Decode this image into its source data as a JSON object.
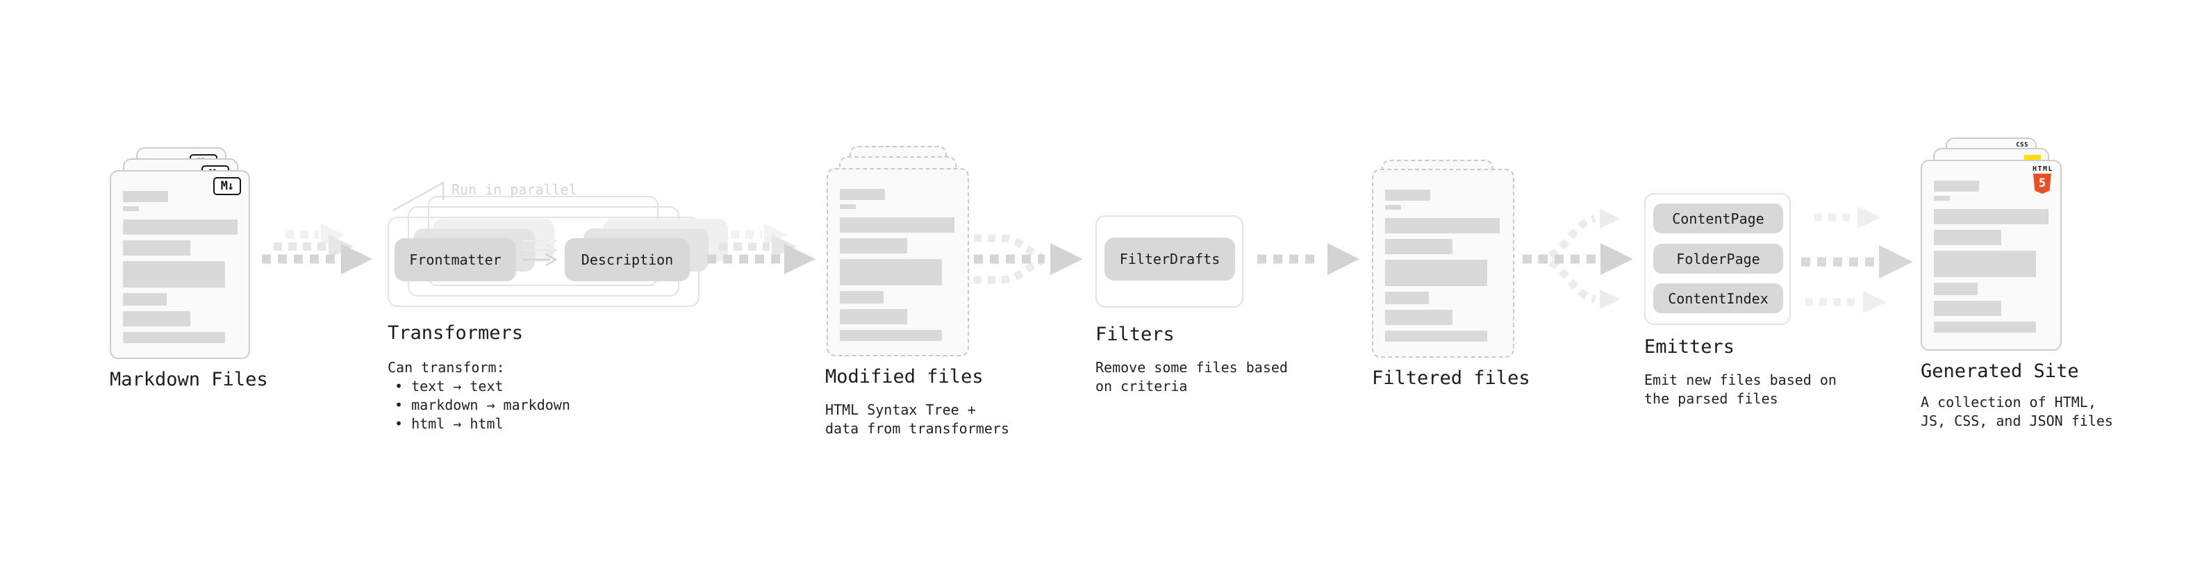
{
  "canvas": {
    "background": "#ffffff"
  },
  "colors": {
    "text": "#1c1c1c",
    "note_muted": "#d4d4d4",
    "card_border": "#cccccc",
    "dashed_border": "#c9c9c9",
    "panel_border": "#e3e3e3",
    "skeleton_bar": "#d9d9d9",
    "button_bg": "#d8d8d8",
    "arrow_main": "#d5d5d5",
    "arrow_ghost": "#ececec",
    "html5_orange": "#e65127",
    "js_yellow": "#ffdd00",
    "css_blue": "#2760e6"
  },
  "nodes": {
    "markdown_files": {
      "label": "Markdown Files",
      "badge": "M↓"
    },
    "transformers": {
      "label": "Transformers",
      "note": "Run in parallel",
      "button_1": "Frontmatter",
      "button_2": "Description",
      "desc_title": "Can transform:",
      "bullets": [
        "• text → text",
        "• markdown → markdown",
        "• html → html"
      ]
    },
    "modified_files": {
      "label": "Modified files",
      "desc": [
        "HTML Syntax Tree +",
        "data from transformers"
      ]
    },
    "filters": {
      "label": "Filters",
      "button": "FilterDrafts",
      "desc": [
        "Remove some files based",
        "on criteria"
      ]
    },
    "filtered_files": {
      "label": "Filtered files"
    },
    "emitters": {
      "label": "Emitters",
      "button_1": "ContentPage",
      "button_2": "FolderPage",
      "button_3": "ContentIndex",
      "desc": [
        "Emit new files based on",
        "the parsed files"
      ]
    },
    "generated_site": {
      "label": "Generated Site",
      "badge_css": "CSS",
      "badge_html": "HTML",
      "badge_html_number": "5",
      "desc": [
        "A collection of HTML,",
        "JS, CSS, and JSON files"
      ]
    }
  }
}
